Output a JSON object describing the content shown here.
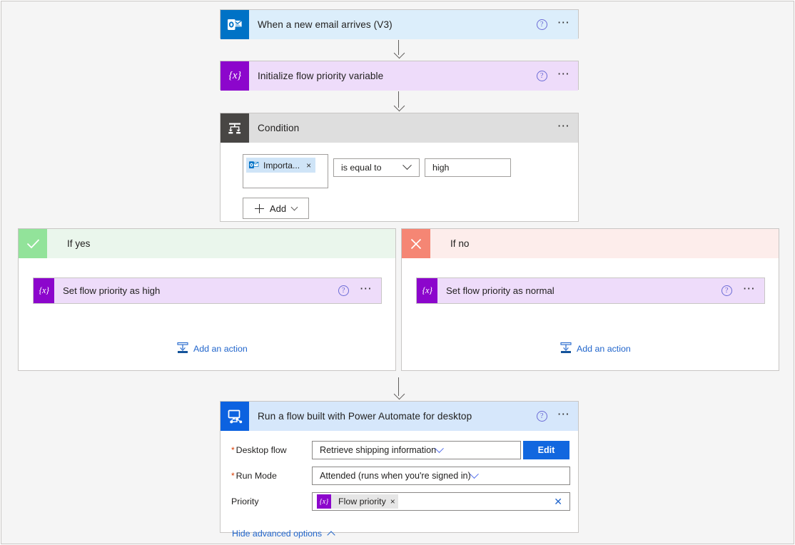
{
  "colors": {
    "canvas_bg": "#f5f5f5",
    "outlook_blue": "#0072c6",
    "variable_purple": "#8c06cc",
    "condition_gray": "#484644",
    "desktop_blue": "#0c62e0",
    "yes_green": "#92e39a",
    "no_red": "#f58674",
    "link_blue": "#2266cc",
    "edit_button_blue": "#1267df",
    "required_asterisk": "#d83b01"
  },
  "trigger": {
    "title": "When a new email arrives (V3)",
    "icon": "outlook-icon",
    "help_icon": "help-icon",
    "menu_icon": "ellipsis-icon"
  },
  "initialize": {
    "title": "Initialize flow priority variable",
    "icon": "variable-icon",
    "help_icon": "help-icon",
    "menu_icon": "ellipsis-icon"
  },
  "condition": {
    "title": "Condition",
    "icon": "condition-icon",
    "menu_icon": "ellipsis-icon",
    "row": {
      "token_label": "Importa...",
      "token_icon": "outlook-icon",
      "token_remove": "×",
      "operator": "is equal to",
      "value": "high"
    },
    "add_button": "Add"
  },
  "branches": [
    {
      "title": "If yes",
      "badge_icon": "check-icon",
      "action": {
        "title": "Set flow priority as high",
        "icon": "variable-icon",
        "help_icon": "help-icon",
        "menu_icon": "ellipsis-icon"
      },
      "add_action_label": "Add an action",
      "add_action_icon": "insert-action-icon"
    },
    {
      "title": "If no",
      "badge_icon": "close-icon",
      "action": {
        "title": "Set flow priority as normal",
        "icon": "variable-icon",
        "help_icon": "help-icon",
        "menu_icon": "ellipsis-icon"
      },
      "add_action_label": "Add an action",
      "add_action_icon": "insert-action-icon"
    }
  ],
  "desktop_flow": {
    "title": "Run a flow built with Power Automate for desktop",
    "icon": "desktop-flow-icon",
    "help_icon": "help-icon",
    "menu_icon": "ellipsis-icon",
    "fields": {
      "desktop_flow": {
        "label": "Desktop flow",
        "required": "*",
        "value": "Retrieve shipping information",
        "edit_button": "Edit"
      },
      "run_mode": {
        "label": "Run Mode",
        "required": "*",
        "value": "Attended (runs when you're signed in)"
      },
      "priority": {
        "label": "Priority",
        "token_label": "Flow priority",
        "token_icon": "variable-icon",
        "token_remove": "×",
        "clear_icon": "clear-icon"
      }
    },
    "advanced_link": "Hide advanced options"
  }
}
